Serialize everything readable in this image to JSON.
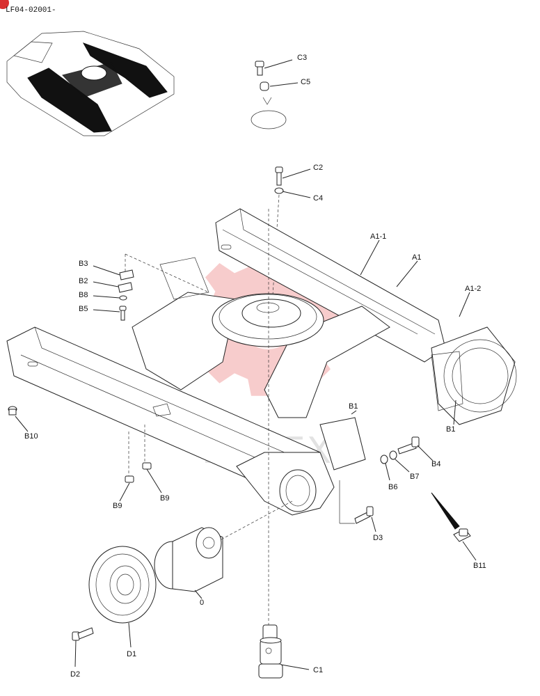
{
  "diagram_code": "LF04-02001-",
  "watermark_text": "ИНТЕХ",
  "callouts": [
    {
      "id": "C3",
      "label": "C3"
    },
    {
      "id": "C5",
      "label": "C5"
    },
    {
      "id": "C2",
      "label": "C2"
    },
    {
      "id": "C4",
      "label": "C4"
    },
    {
      "id": "A1-1",
      "label": "A1-1"
    },
    {
      "id": "A1",
      "label": "A1"
    },
    {
      "id": "A1-2",
      "label": "A1-2"
    },
    {
      "id": "B3",
      "label": "B3"
    },
    {
      "id": "B2",
      "label": "B2"
    },
    {
      "id": "B8",
      "label": "B8"
    },
    {
      "id": "B5",
      "label": "B5"
    },
    {
      "id": "B10",
      "label": "B10"
    },
    {
      "id": "B1a",
      "label": "B1"
    },
    {
      "id": "B1b",
      "label": "B1"
    },
    {
      "id": "B4",
      "label": "B4"
    },
    {
      "id": "B7",
      "label": "B7"
    },
    {
      "id": "B6",
      "label": "B6"
    },
    {
      "id": "B9a",
      "label": "B9"
    },
    {
      "id": "B9b",
      "label": "B9"
    },
    {
      "id": "D3",
      "label": "D3"
    },
    {
      "id": "B11",
      "label": "B11"
    },
    {
      "id": "zero",
      "label": "0"
    },
    {
      "id": "D1",
      "label": "D1"
    },
    {
      "id": "D2",
      "label": "D2"
    },
    {
      "id": "C1",
      "label": "C1"
    }
  ]
}
